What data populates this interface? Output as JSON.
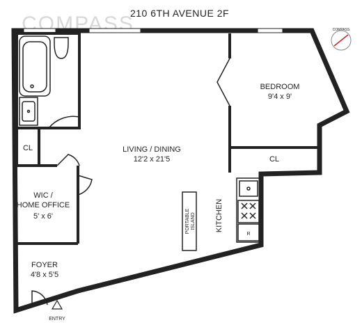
{
  "title": "210 6TH AVENUE 2F",
  "watermark": "COMPASS",
  "rooms": {
    "bedroom": {
      "name": "BEDROOM",
      "size": "9'4 x 9'"
    },
    "living": {
      "name": "LIVING / DINING",
      "size": "12'2 x 21'5"
    },
    "wic": {
      "name_line1": "WIC /",
      "name_line2": "HOME OFFICE",
      "size": "5' x 6'"
    },
    "foyer": {
      "name": "FOYER",
      "size": "4'8 x 5'5"
    },
    "closet_left": "CL",
    "closet_bedroom": "CL",
    "kitchen": "KITCHEN",
    "island_line1": "PORTABLE",
    "island_line2": "ISLAND",
    "range_label": "R",
    "entry": "ENTRY"
  },
  "compass_label": "COMPASS",
  "colors": {
    "wall": "#222222",
    "watermark": "#d8d8d8",
    "compass_needle": "#cc2222"
  }
}
